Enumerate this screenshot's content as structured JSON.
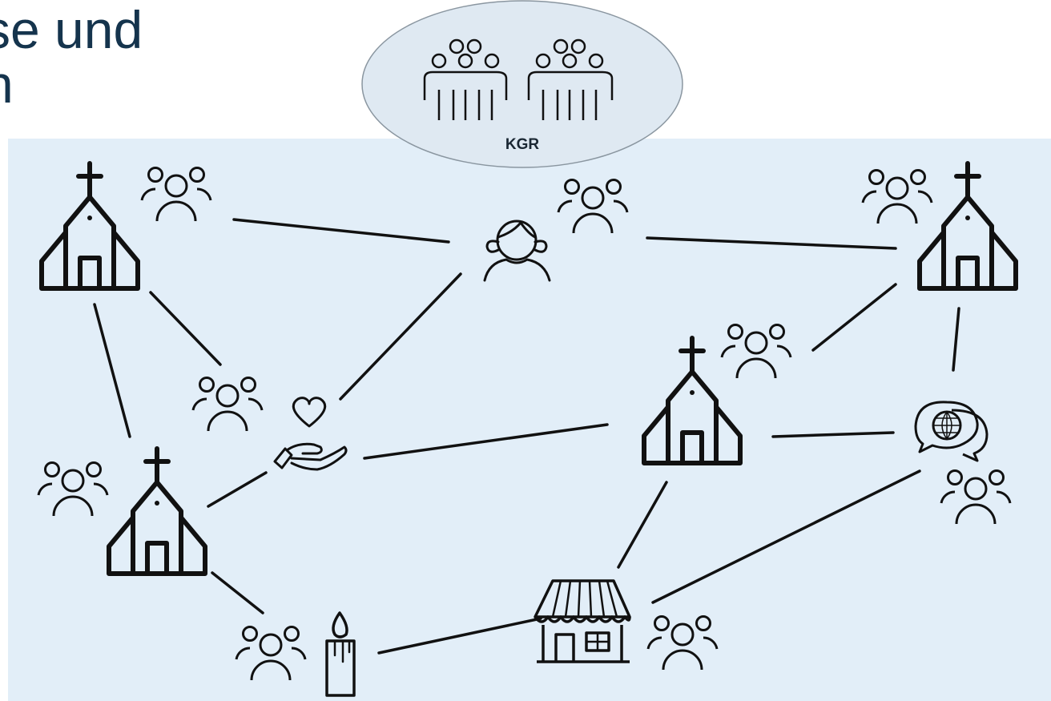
{
  "heading": {
    "line1": "se und",
    "line2": "n"
  },
  "council": {
    "label": "KGR"
  },
  "colors": {
    "panel_background": "#e2eef8",
    "council_ellipse": "#dfe9f2",
    "heading_text": "#15344d",
    "lines": "#111111"
  }
}
